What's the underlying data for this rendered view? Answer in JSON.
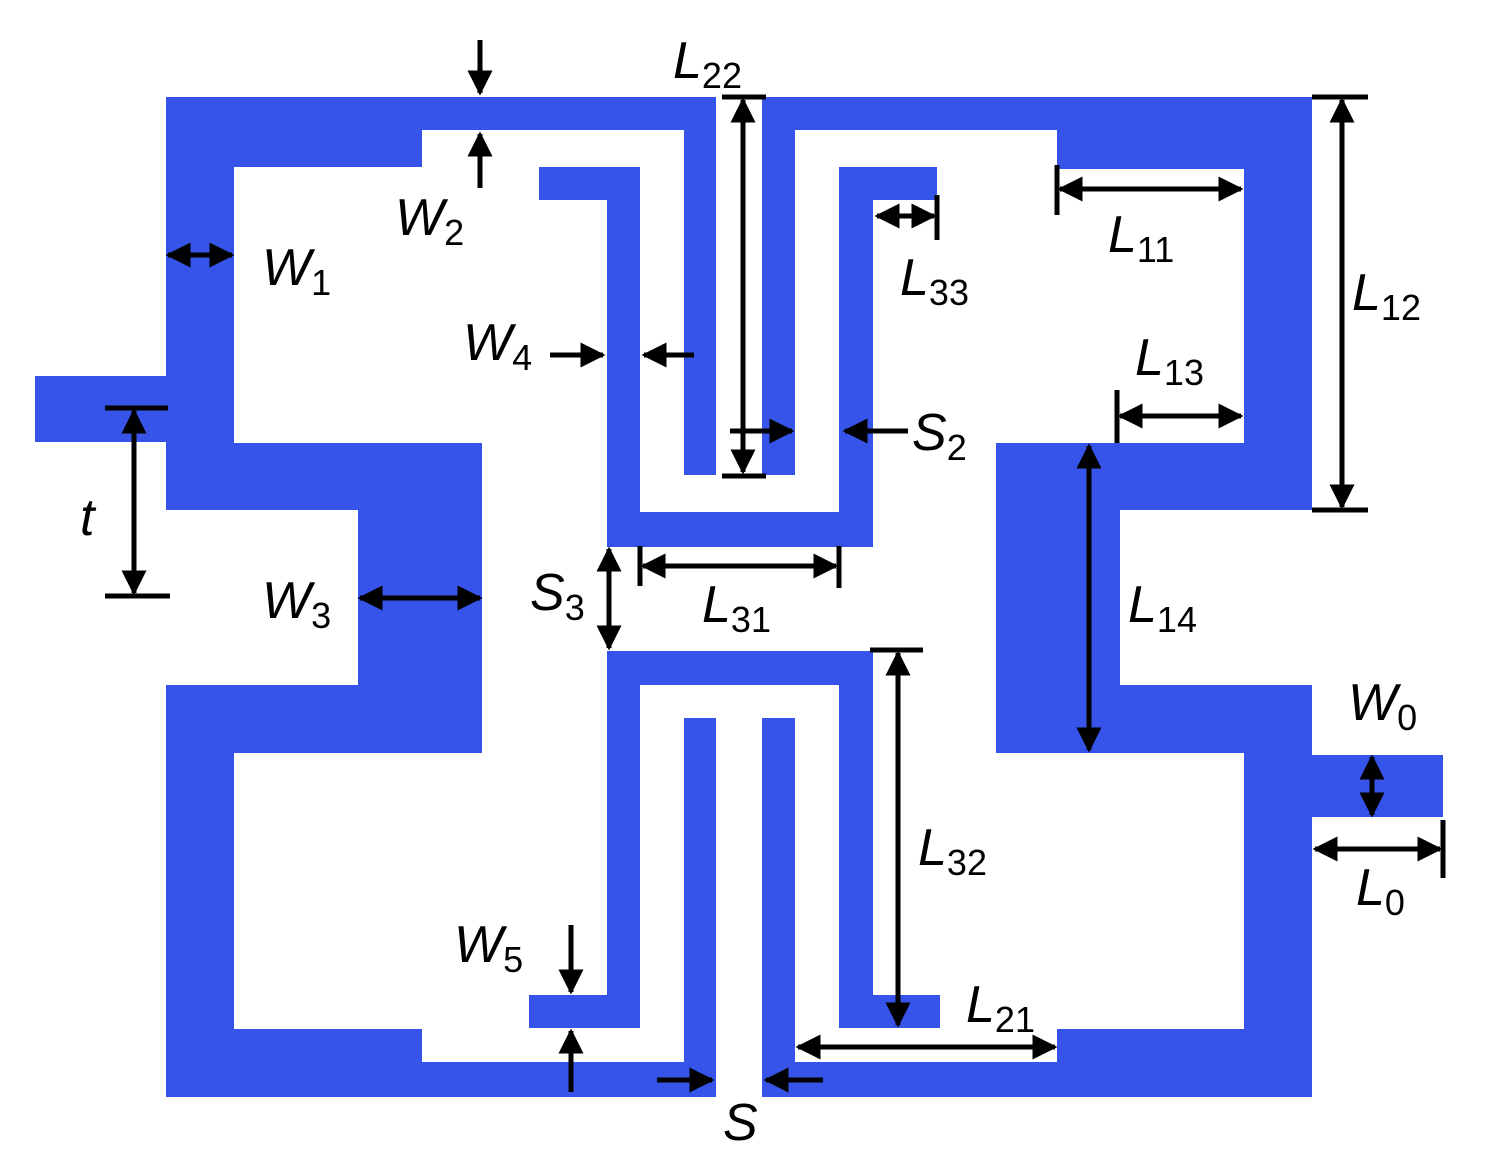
{
  "colors": {
    "metal": "#3653ea",
    "dimension": "#000000",
    "background": "#ffffff"
  },
  "labels": {
    "W1": {
      "main": "W",
      "sub": "1"
    },
    "W2": {
      "main": "W",
      "sub": "2"
    },
    "W3": {
      "main": "W",
      "sub": "3"
    },
    "W4": {
      "main": "W",
      "sub": "4"
    },
    "W5": {
      "main": "W",
      "sub": "5"
    },
    "W0": {
      "main": "W",
      "sub": "0"
    },
    "L22": {
      "main": "L",
      "sub": "22"
    },
    "L11": {
      "main": "L",
      "sub": "11"
    },
    "L12": {
      "main": "L",
      "sub": "12"
    },
    "L13": {
      "main": "L",
      "sub": "13"
    },
    "L14": {
      "main": "L",
      "sub": "14"
    },
    "L33": {
      "main": "L",
      "sub": "33"
    },
    "L31": {
      "main": "L",
      "sub": "31"
    },
    "L32": {
      "main": "L",
      "sub": "32"
    },
    "L21": {
      "main": "L",
      "sub": "21"
    },
    "L0": {
      "main": "L",
      "sub": "0"
    },
    "S2": {
      "main": "S",
      "sub": "2"
    },
    "S3": {
      "main": "S",
      "sub": "3"
    },
    "S": {
      "main": "S"
    },
    "t": {
      "main": "t"
    }
  }
}
